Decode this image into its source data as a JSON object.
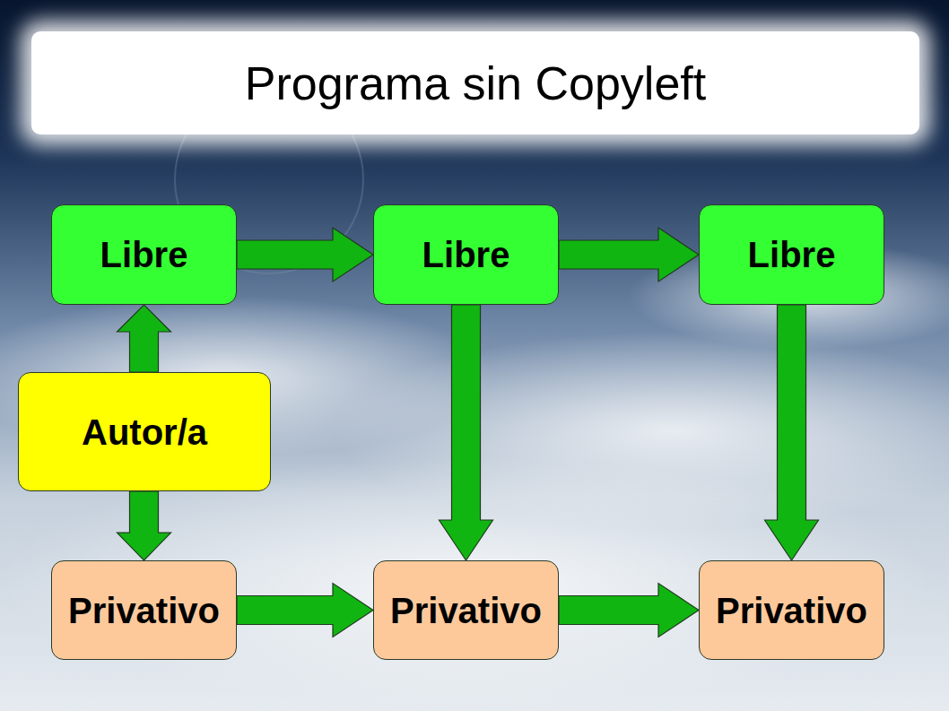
{
  "diagram": {
    "title": "Programa sin Copyleft",
    "nodes": [
      {
        "text": [
          "Libre"
        ]
      },
      {
        "text": [
          "Libre"
        ]
      },
      {
        "text": [
          "Libre"
        ]
      },
      {
        "text": [
          "Autor/a"
        ]
      },
      {
        "text": [
          "Privativo"
        ]
      },
      {
        "text": [
          "Privativo"
        ]
      },
      {
        "text": [
          "Privativo"
        ]
      }
    ],
    "edges": [
      {
        "from": 0,
        "to": 1,
        "arrow": "to"
      },
      {
        "from": 1,
        "to": 2,
        "arrow": "to"
      },
      {
        "from": 3,
        "to": 0,
        "arrow": "to"
      },
      {
        "from": 3,
        "to": 4,
        "arrow": "to"
      },
      {
        "from": 1,
        "to": 5,
        "arrow": "to"
      },
      {
        "from": 2,
        "to": 6,
        "arrow": "to"
      },
      {
        "from": 4,
        "to": 5,
        "arrow": "to"
      },
      {
        "from": 5,
        "to": 6,
        "arrow": "to"
      }
    ]
  }
}
